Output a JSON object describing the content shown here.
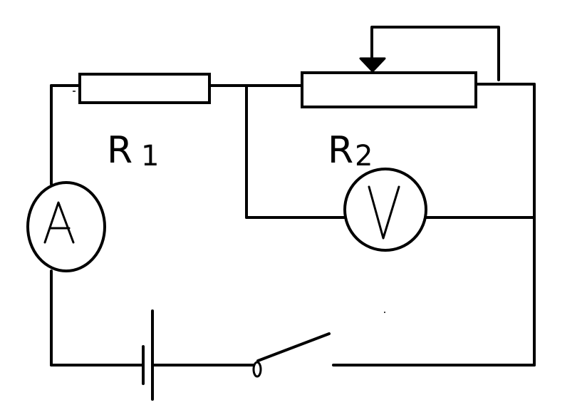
{
  "diagram": {
    "r1_label": {
      "main": "R",
      "sub": "1"
    },
    "r2_label": {
      "main": "R",
      "sub": "2"
    },
    "ammeter_symbol": "A",
    "voltmeter_symbol": "V"
  },
  "colors": {
    "ink": "#000000",
    "background": "#ffffff"
  }
}
